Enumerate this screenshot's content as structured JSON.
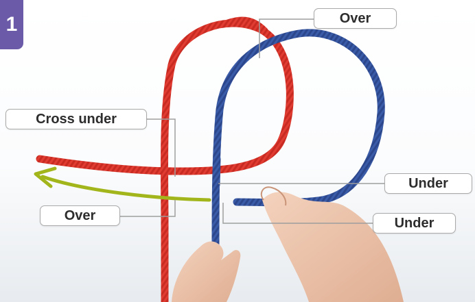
{
  "step_number": "1",
  "labels": {
    "over_top": "Over",
    "cross_under": "Cross under",
    "under_right": "Under",
    "over_left": "Over",
    "under_bottom": "Under"
  },
  "colors": {
    "red_rope": "#e13c32",
    "blue_rope": "#3a5ba8",
    "arrow": "#a2b61c",
    "badge": "#6a5aa8"
  }
}
